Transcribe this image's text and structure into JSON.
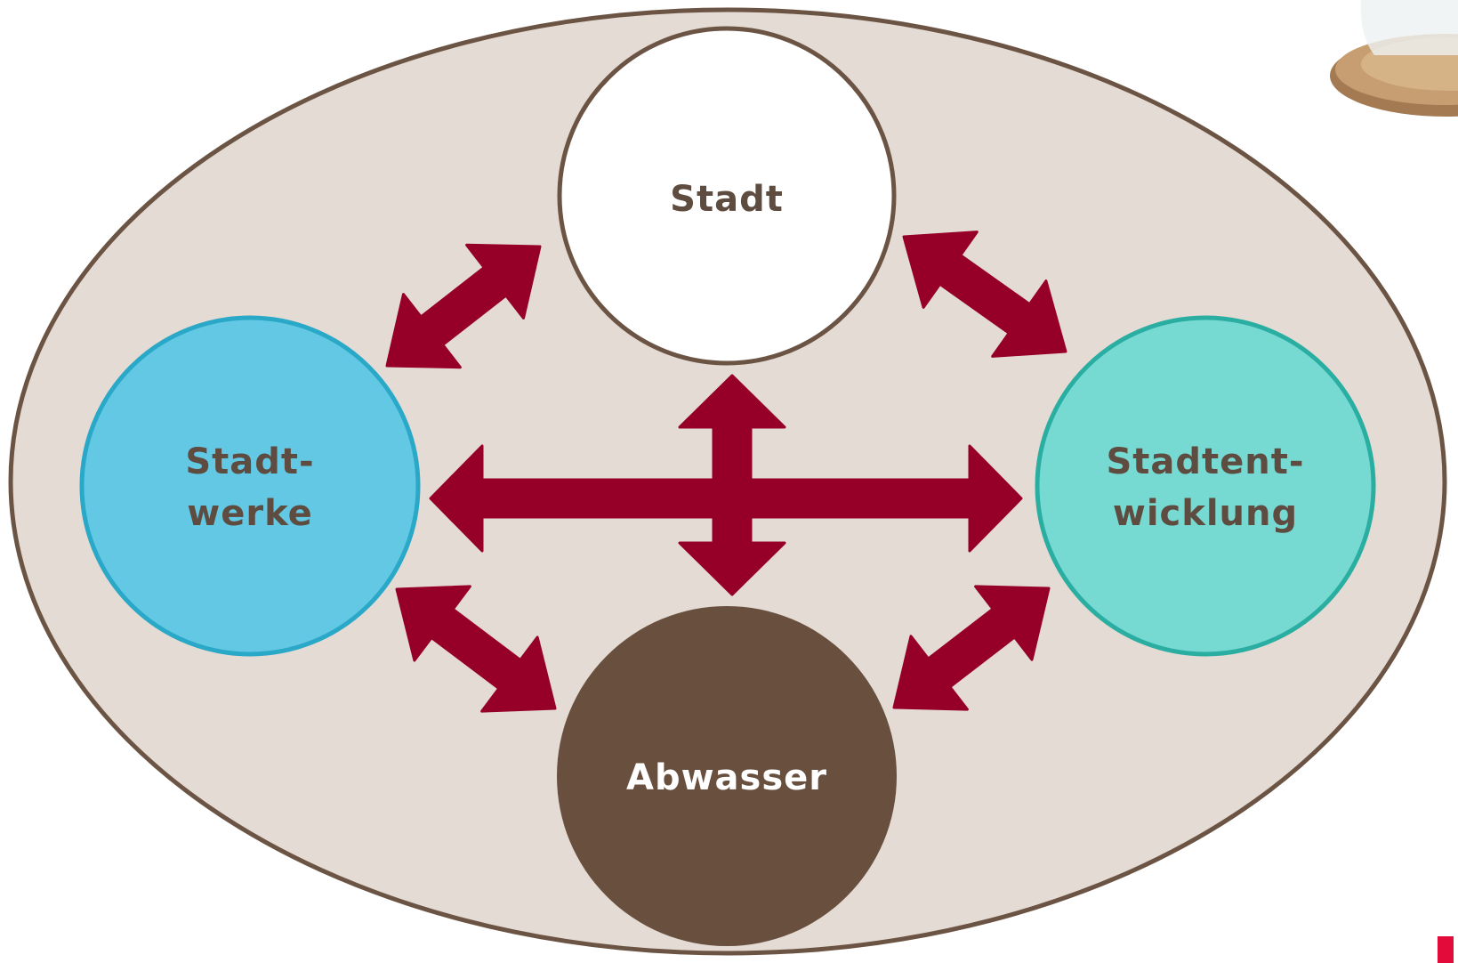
{
  "diagram": {
    "nodes": {
      "stadt": {
        "label": "Stadt"
      },
      "stadtwerke": {
        "line1": "Stadt-",
        "line2": "werke"
      },
      "stadtentwicklung": {
        "line1": "Stadtent-",
        "line2": "wicklung"
      },
      "abwasser": {
        "label": "Abwasser"
      }
    }
  },
  "colors": {
    "outer_fill": "#e4dbd4",
    "outer_stroke": "#6b5443",
    "stadt_fill": "#ffffff",
    "stadt_stroke": "#6b5443",
    "stadtwerke_fill": "#63c8e3",
    "stadtwerke_stroke": "#2aa8c8",
    "stadtentwicklung_fill": "#76d9d2",
    "stadtentwicklung_stroke": "#2aaea2",
    "abwasser_fill": "#684f3e",
    "arrow": "#960028",
    "label_dark": "#5e4c40",
    "label_light": "#ffffff"
  }
}
